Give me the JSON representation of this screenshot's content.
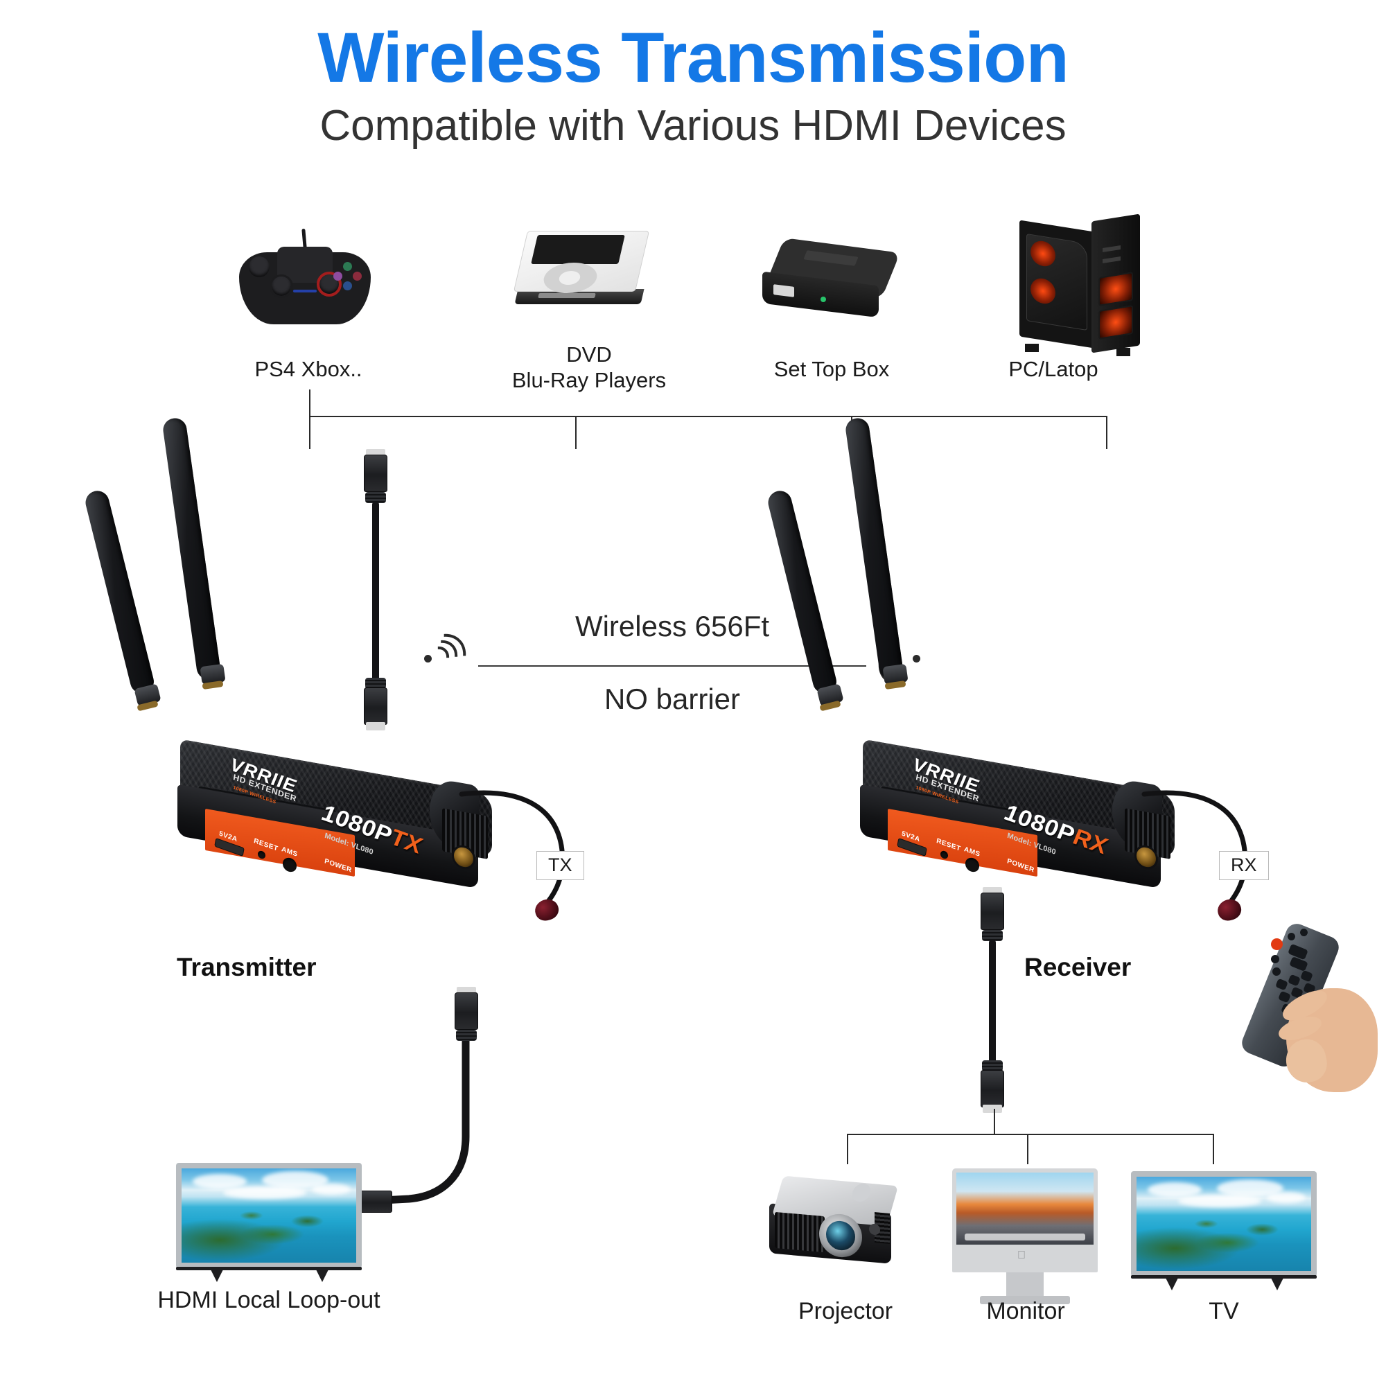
{
  "header": {
    "title": "Wireless Transmission",
    "subtitle": "Compatible with Various HDMI Devices",
    "title_color": "#1478e6",
    "subtitle_color": "#333333"
  },
  "sources": [
    {
      "id": "game-console",
      "label": "PS4 Xbox..",
      "icon": "game-controller-icon"
    },
    {
      "id": "dvd-player",
      "label_line1": "DVD",
      "label_line2": "Blu-Ray Players",
      "icon": "dvd-player-icon"
    },
    {
      "id": "set-top-box",
      "label": "Set Top Box",
      "icon": "set-top-box-icon"
    },
    {
      "id": "pc-laptop",
      "label": "PC/Latop",
      "icon": "pc-tower-icon"
    }
  ],
  "wireless": {
    "range_label": "Wireless 656Ft",
    "barrier_label": "NO barrier",
    "left_signal_icon": "wifi-signal-left-icon",
    "right_signal_icon": "wifi-signal-right-icon"
  },
  "transmitter": {
    "name": "Transmitter",
    "brand": "VRRIIE",
    "brand_sub": "HD EXTENDER",
    "brand_tiny": "1080P WIRELESS",
    "model": "1080P",
    "model_suffix": "TX",
    "model_sub": "Model: VL080",
    "tag": "TX",
    "ports": {
      "power": "5V2A",
      "reset": "RESET",
      "ams": "AMS",
      "power_led": "POWER"
    }
  },
  "receiver": {
    "name": "Receiver",
    "brand": "VRRIIE",
    "brand_sub": "HD EXTENDER",
    "brand_tiny": "1080P WIRELESS",
    "model": "1080P",
    "model_suffix": "RX",
    "model_sub": "Model: VL080",
    "tag": "RX",
    "ports": {
      "power": "5V2A",
      "reset": "RESET",
      "ams": "AMS",
      "power_led": "POWER"
    }
  },
  "loopout": {
    "label": "HDMI Local Loop-out",
    "icon": "tv-screen-icon"
  },
  "outputs": [
    {
      "id": "projector",
      "label": "Projector",
      "icon": "projector-icon"
    },
    {
      "id": "monitor",
      "label": "Monitor",
      "icon": "monitor-icon"
    },
    {
      "id": "tv",
      "label": "TV",
      "icon": "tv-icon"
    }
  ],
  "remote": {
    "icon": "ir-remote-in-hand-icon"
  },
  "colors": {
    "brand_blue": "#1478e6",
    "accent_orange": "#f0531a",
    "text_dark": "#1b1b1b",
    "line": "#2a2a2a"
  }
}
